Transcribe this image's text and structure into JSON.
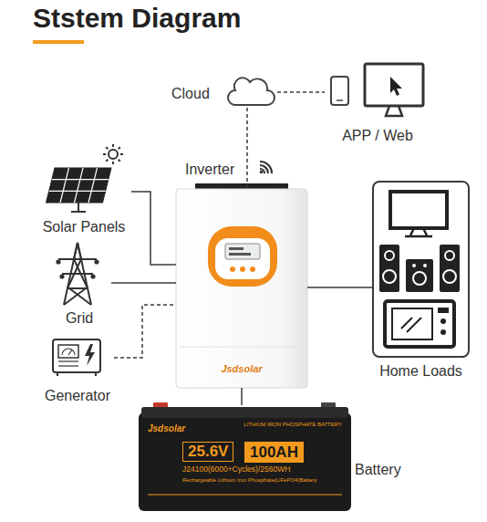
{
  "diagram": {
    "title": "Ststem Diagram",
    "nodes": [
      {
        "text": [
          "Cloud"
        ]
      },
      {
        "text": [
          "APP / Web"
        ]
      },
      {
        "text": [
          "Inverter",
          "Jsdsolar"
        ]
      },
      {
        "text": [
          "Solar Panels"
        ]
      },
      {
        "text": [
          "Grid"
        ]
      },
      {
        "text": [
          "Generator"
        ]
      },
      {
        "text": [
          "Home Loads"
        ]
      },
      {
        "text": [
          "Battery",
          "Jsdsolar",
          "LITHIUM IRON PHOSPHATE BATTERY",
          "25.6V",
          "100AH",
          "J24100(6000+Cycles)/2560WH",
          "Rechargeable Lithium Iron Phosphate(LiFePO4)Battery"
        ]
      }
    ],
    "edges": [
      {
        "from": 0,
        "to": 1,
        "arrow": "none"
      },
      {
        "from": 0,
        "to": 2,
        "arrow": "none"
      },
      {
        "from": 3,
        "to": 2,
        "arrow": "none"
      },
      {
        "from": 4,
        "to": 2,
        "arrow": "none"
      },
      {
        "from": 5,
        "to": 2,
        "arrow": "none"
      },
      {
        "from": 2,
        "to": 6,
        "arrow": "none"
      },
      {
        "from": 2,
        "to": 7,
        "arrow": "none"
      }
    ]
  }
}
